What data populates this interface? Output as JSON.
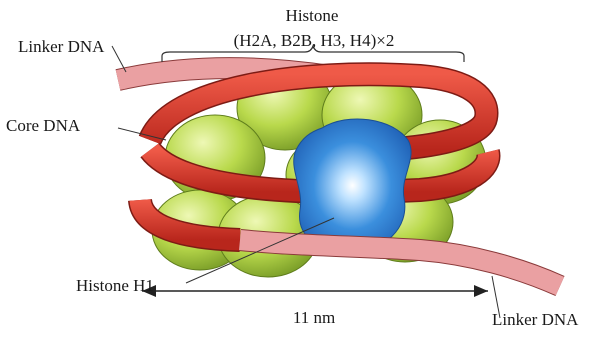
{
  "labels": {
    "histone_title": "Histone",
    "histone_composition": "(H2A, B2B, H3, H4)×2",
    "linker_dna_top": "Linker DNA",
    "core_dna": "Core DNA",
    "histone_h1": "Histone H1",
    "linker_dna_bottom": "Linker DNA",
    "scale": "11 nm"
  },
  "colors": {
    "histone_octamer": "#b5d64a",
    "histone_h1": "#2f86d8",
    "core_dna": "#d63a2e",
    "linker_dna": "#e99a9c",
    "annotation": "#333333"
  }
}
